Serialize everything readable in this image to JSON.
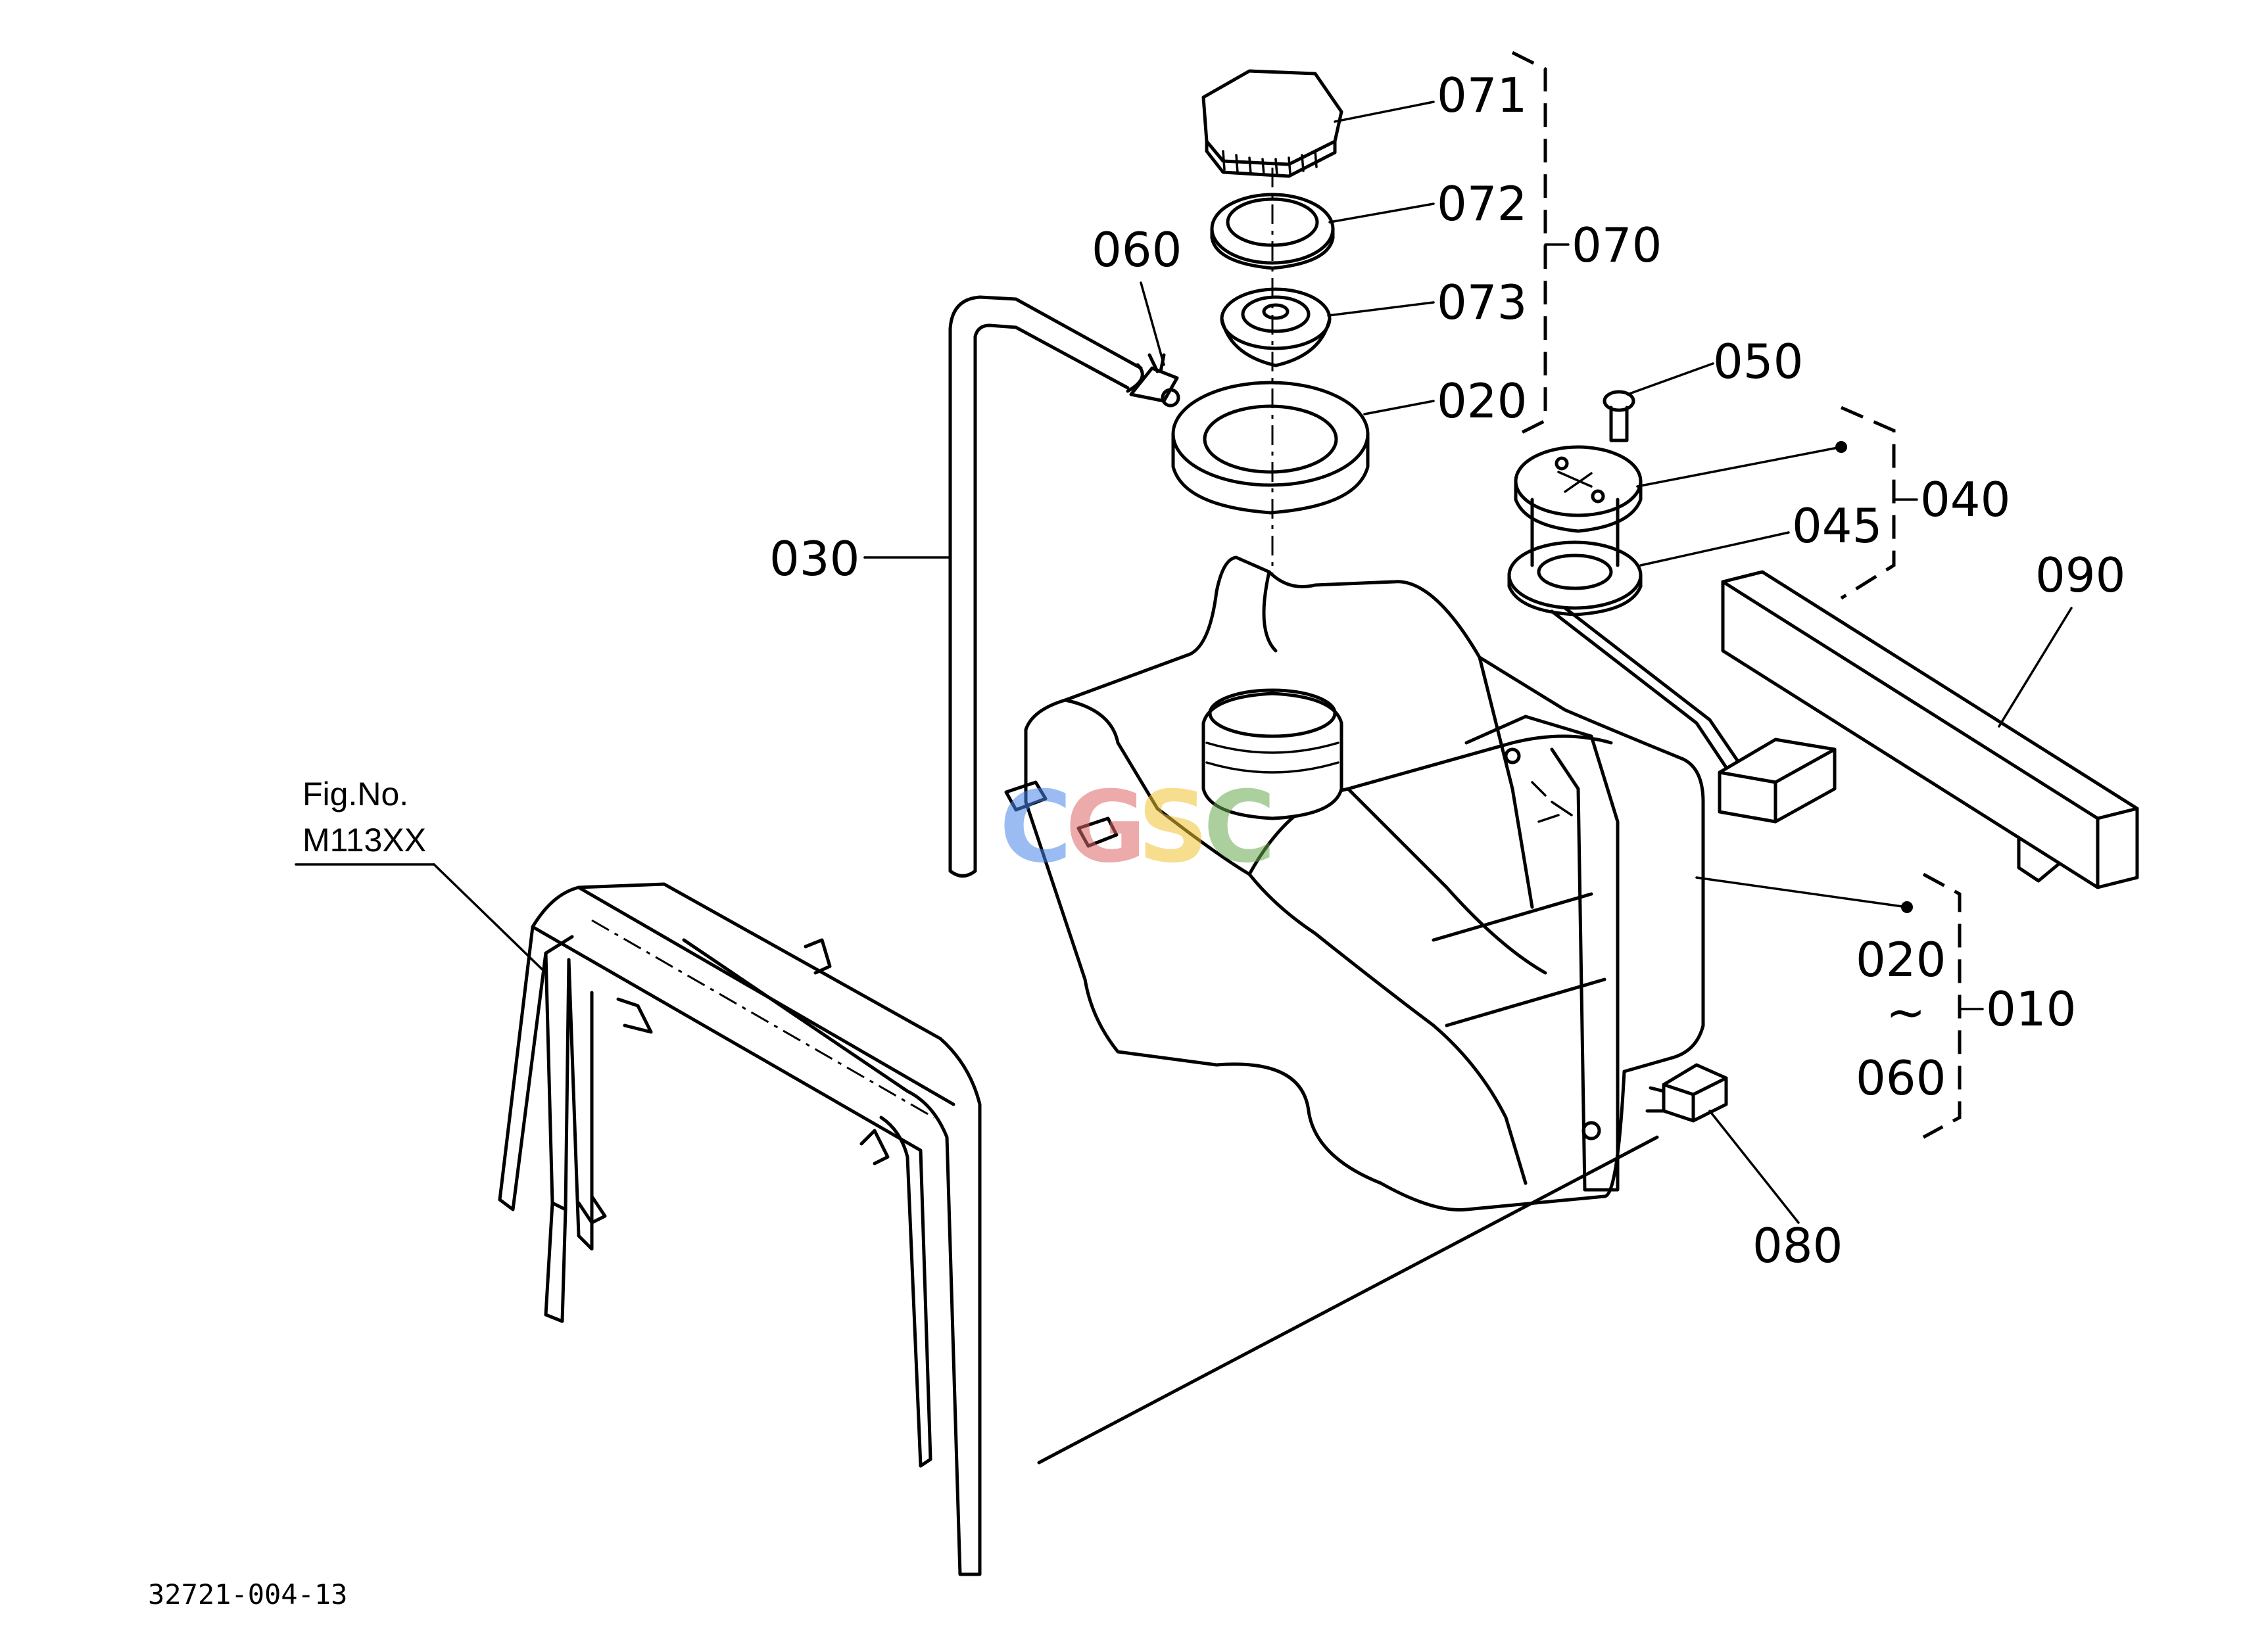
{
  "figure": {
    "ref_label_line1": "Fig.No.",
    "ref_label_line2": "M113XX",
    "drawing_code": "32721-004-13",
    "watermark": "CGSC"
  },
  "callouts": {
    "c071": "071",
    "c072": "072",
    "c073": "073",
    "c070": "070",
    "c020_top": "020",
    "c060_top": "060",
    "c050": "050",
    "c040": "040",
    "c045": "045",
    "c030": "030",
    "c090": "090",
    "c020_range": "020",
    "c_range_tilde": "~",
    "c060_range": "060",
    "c010": "010",
    "c080": "080"
  },
  "colors": {
    "line": "#000000",
    "watermark_c1": "#4a86e8",
    "watermark_g": "#e06666",
    "watermark_s": "#f1c232",
    "watermark_c2": "#6aa84f"
  }
}
